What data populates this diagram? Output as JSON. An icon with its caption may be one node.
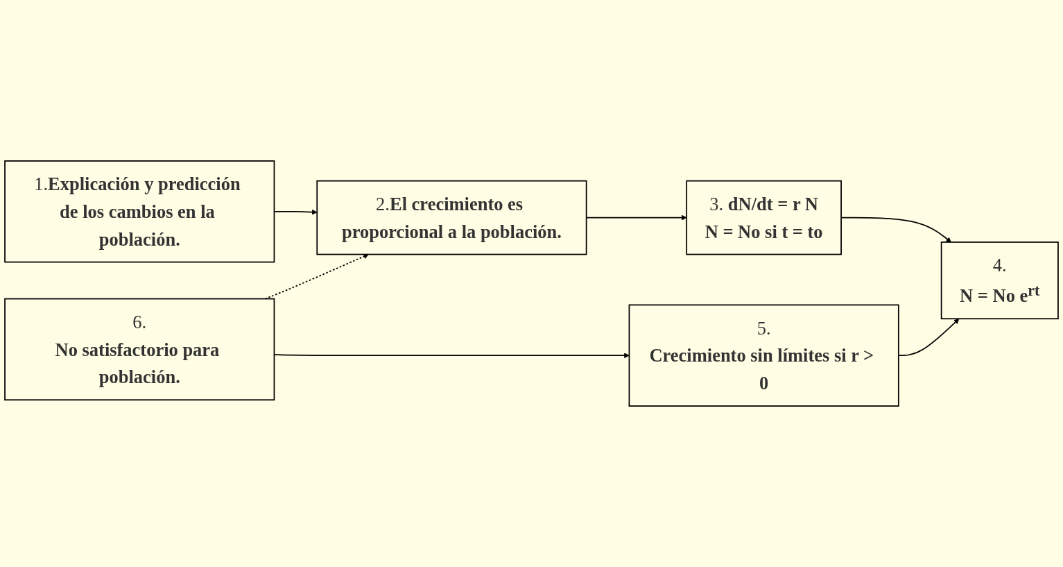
{
  "diagram": {
    "nodes": [
      {
        "text": [
          "1.**Explicación y predicción de los cambios en la población.**"
        ]
      },
      {
        "text": [
          "2.**El crecimiento es proporcional a la población.**"
        ]
      },
      {
        "text": [
          "3. **dN/dt = r N**",
          "**N = No si t = to**"
        ]
      },
      {
        "text": [
          "4.",
          "**N = No e$^{rt}$**"
        ]
      },
      {
        "text": [
          "5.",
          "**Crecimiento sin límites si r > 0**"
        ]
      },
      {
        "text": [
          "6.",
          "**No satisfactorio para población.**"
        ]
      }
    ],
    "edges": [
      {
        "from": 0,
        "to": 1,
        "arrow": "to"
      },
      {
        "from": 1,
        "to": 2,
        "arrow": "to"
      },
      {
        "from": 2,
        "to": 3,
        "arrow": "to"
      },
      {
        "from": 4,
        "to": 3,
        "arrow": "to"
      },
      {
        "from": 5,
        "to": 4,
        "arrow": "to"
      },
      {
        "from": 5,
        "to": 1,
        "arrow": "to",
        "style": "dashed"
      }
    ]
  }
}
